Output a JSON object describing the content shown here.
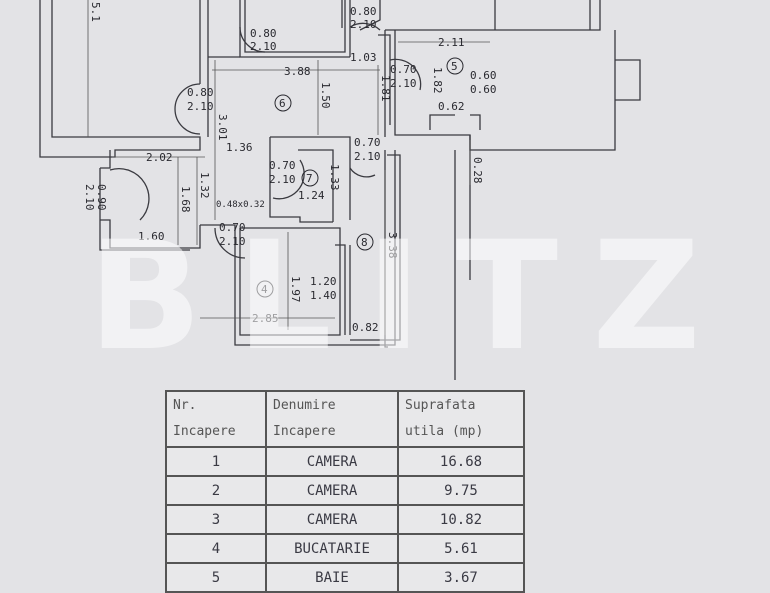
{
  "plan": {
    "top_left_dim": "5.1",
    "door_a": [
      "0.80",
      "2.10"
    ],
    "door_b": [
      "0.80",
      "2.10"
    ],
    "door_c": [
      "0.80",
      "2.10"
    ],
    "door_d": [
      "0.70",
      "2.10"
    ],
    "door_e": [
      "0.70",
      "2.10"
    ],
    "door_f": [
      "0.70",
      "2.10"
    ],
    "door_g": [
      "0.70",
      "2.10"
    ],
    "door_h": [
      "0.90",
      "2.10"
    ],
    "window_5": [
      "0.60",
      "0.60"
    ],
    "window_4": [
      "1.20",
      "1.40"
    ],
    "dims": {
      "d103": "1.03",
      "d388": "3.88",
      "d211": "2.11",
      "d181": "1.81",
      "d182": "1.82",
      "d062": "0.62",
      "d150": "1.50",
      "d301": "3.01",
      "d136": "1.36",
      "d028": "0.28",
      "d202": "2.02",
      "d133": "1.33",
      "d124": "1.24",
      "d168": "1.68",
      "d132": "1.32",
      "d048": "0.48x0.32",
      "d160": "1.60",
      "d338": "3.38",
      "d197": "1.97",
      "d285": "2.85",
      "d082": "0.82"
    },
    "rooms": {
      "r4": "4",
      "r5": "5",
      "r6": "6",
      "r7": "7",
      "r8": "8"
    }
  },
  "watermark": "BLITZ",
  "table": {
    "headers": [
      [
        "Nr.",
        "Incapere"
      ],
      [
        "Denumire",
        "Incapere"
      ],
      [
        "Suprafata",
        "utila (mp)"
      ]
    ],
    "rows": [
      [
        "1",
        "CAMERA",
        "16.68"
      ],
      [
        "2",
        "CAMERA",
        "9.75"
      ],
      [
        "3",
        "CAMERA",
        "10.82"
      ],
      [
        "4",
        "BUCATARIE",
        "5.61"
      ],
      [
        "5",
        "BAIE",
        "3.67"
      ]
    ]
  }
}
